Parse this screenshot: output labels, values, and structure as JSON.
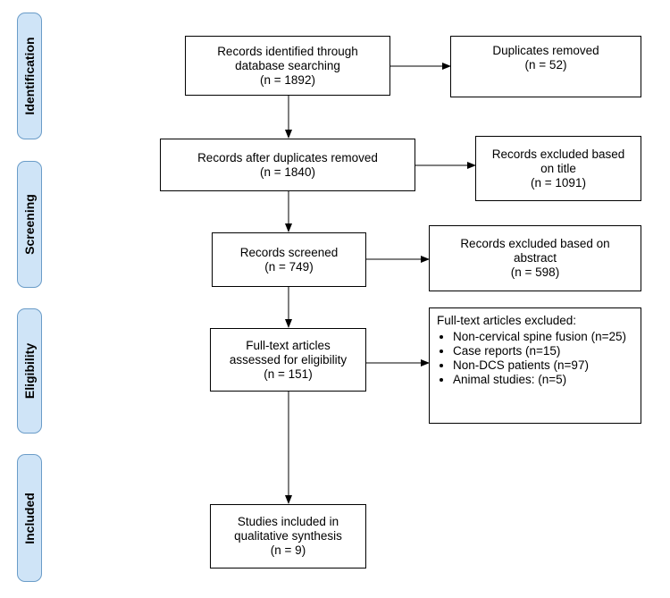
{
  "phases": {
    "identification": "Identification",
    "screening": "Screening",
    "eligibility": "Eligibility",
    "included": "Included"
  },
  "boxes": {
    "identified": [
      "Records identified through",
      "database searching",
      "(n =  1892)"
    ],
    "duplicates": [
      "Duplicates removed",
      "(n = 52)"
    ],
    "after_duplicates": [
      "Records after duplicates removed",
      "(n = 1840)"
    ],
    "excluded_title": [
      "Records excluded based",
      "on title",
      "(n = 1091)"
    ],
    "screened": [
      "Records screened",
      "(n = 749)"
    ],
    "excluded_abstract": [
      "Records excluded based on",
      "abstract",
      "(n = 598)"
    ],
    "fulltext": [
      "Full-text articles",
      "assessed for eligibility",
      "(n = 151)"
    ],
    "fulltext_excluded": {
      "heading": "Full-text articles excluded:",
      "items": [
        "Non-cervical spine fusion (n=25)",
        "Case reports (n=15)",
        "Non-DCS patients (n=97)",
        "Animal studies: (n=5)"
      ]
    },
    "included": [
      "Studies included in",
      "qualitative synthesis",
      "(n = 9)"
    ]
  }
}
